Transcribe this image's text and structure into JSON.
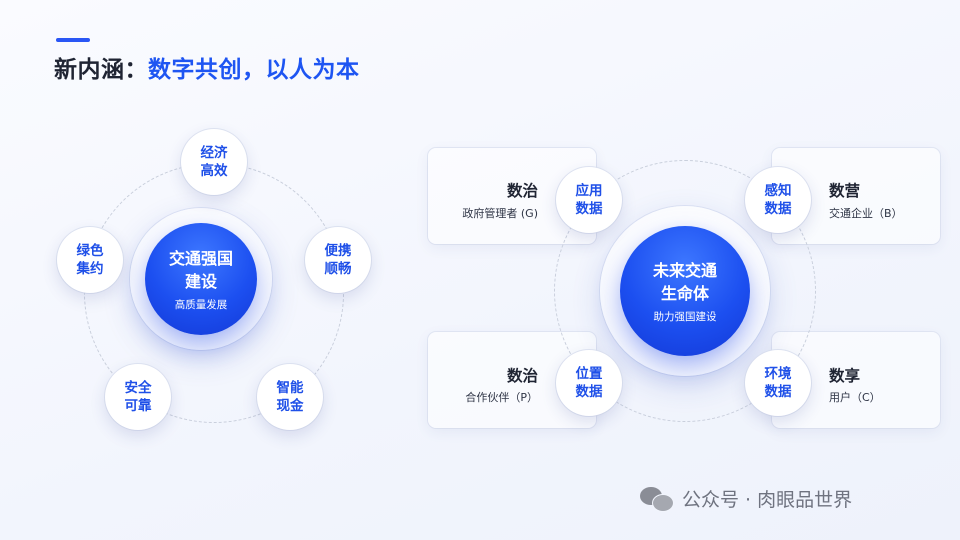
{
  "header": {
    "title_prefix": "新内涵：",
    "title_highlight": "数字共创，以人为本"
  },
  "left_diagram": {
    "core_title_line1": "交通强国",
    "core_title_line2": "建设",
    "core_subtitle": "高质量发展",
    "nodes": [
      {
        "line1": "经济",
        "line2": "高效"
      },
      {
        "line1": "便携",
        "line2": "顺畅"
      },
      {
        "line1": "智能",
        "line2": "现金"
      },
      {
        "line1": "安全",
        "line2": "可靠"
      },
      {
        "line1": "绿色",
        "line2": "集约"
      }
    ]
  },
  "right_diagram": {
    "core_title_line1": "未来交通",
    "core_title_line2": "生命体",
    "core_subtitle": "助力强国建设",
    "nodes": [
      {
        "line1": "应用",
        "line2": "数据"
      },
      {
        "line1": "感知",
        "line2": "数据"
      },
      {
        "line1": "位置",
        "line2": "数据"
      },
      {
        "line1": "环境",
        "line2": "数据"
      }
    ],
    "cards": [
      {
        "title": "数治",
        "subtitle": "政府管理者 (G)"
      },
      {
        "title": "数营",
        "subtitle": "交通企业（B）"
      },
      {
        "title": "数治",
        "subtitle": "合作伙伴（P）"
      },
      {
        "title": "数享",
        "subtitle": "用户（C）"
      }
    ]
  },
  "watermark": {
    "icon": "wechat-icon",
    "text": "公众号 · 肉眼品世界"
  },
  "colors": {
    "accent_blue": "#1e55f2",
    "core_blue": "#1c4ff0",
    "title_dark": "#1f2433"
  }
}
